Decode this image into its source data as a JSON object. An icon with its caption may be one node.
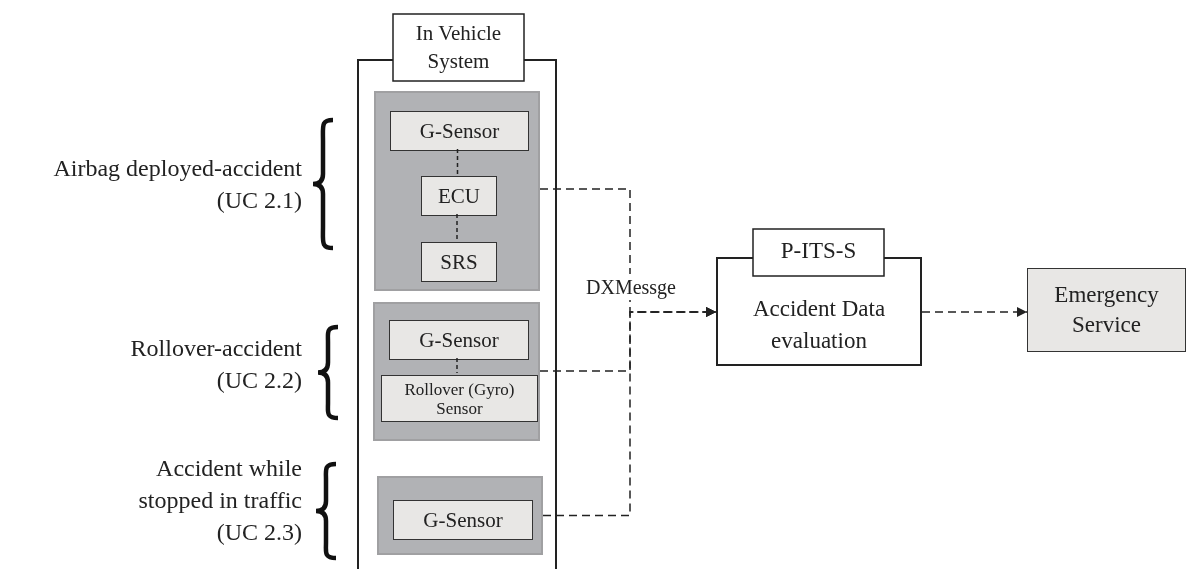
{
  "diagram": {
    "nodes": [
      {
        "text": [
          "In Vehicle System"
        ]
      },
      {
        "text": [],
        "shape": "box",
        "in": 0
      },
      {
        "text": [
          "G-Sensor"
        ],
        "in": 1
      },
      {
        "text": [
          "ECU"
        ],
        "in": 1
      },
      {
        "text": [
          "SRS"
        ],
        "in": 1
      },
      {
        "text": [],
        "shape": "box",
        "in": 0
      },
      {
        "text": [
          "G-Sensor"
        ],
        "in": 5
      },
      {
        "text": [
          "Rollover (Gyro) Sensor"
        ],
        "in": 5
      },
      {
        "text": [],
        "shape": "box",
        "in": 0
      },
      {
        "text": [
          "G-Sensor"
        ],
        "in": 8
      },
      {
        "text": [
          "P-ITS-S",
          "Accident Data evaluation"
        ]
      },
      {
        "text": [
          "Emergency Service"
        ]
      }
    ],
    "edges": [
      {
        "from": 2,
        "to": 3,
        "arrow": "none",
        "style": "dashed"
      },
      {
        "from": 3,
        "to": 4,
        "arrow": "none",
        "style": "dashed"
      },
      {
        "from": 6,
        "to": 7,
        "arrow": "none",
        "style": "dashed"
      },
      {
        "from": 1,
        "to": 10,
        "arrow": "to",
        "style": "dashed",
        "label": "DXMessge"
      },
      {
        "from": 5,
        "to": 10,
        "arrow": "to",
        "style": "dashed"
      },
      {
        "from": 8,
        "to": 10,
        "arrow": "to",
        "style": "dashed"
      },
      {
        "from": 10,
        "to": 11,
        "arrow": "to",
        "style": "dashed"
      }
    ],
    "labels": [
      "Airbag deployed-accident (UC 2.1)",
      "Rollover-accident (UC 2.2)",
      "Accident while stopped in traffic (UC 2.3)"
    ]
  }
}
